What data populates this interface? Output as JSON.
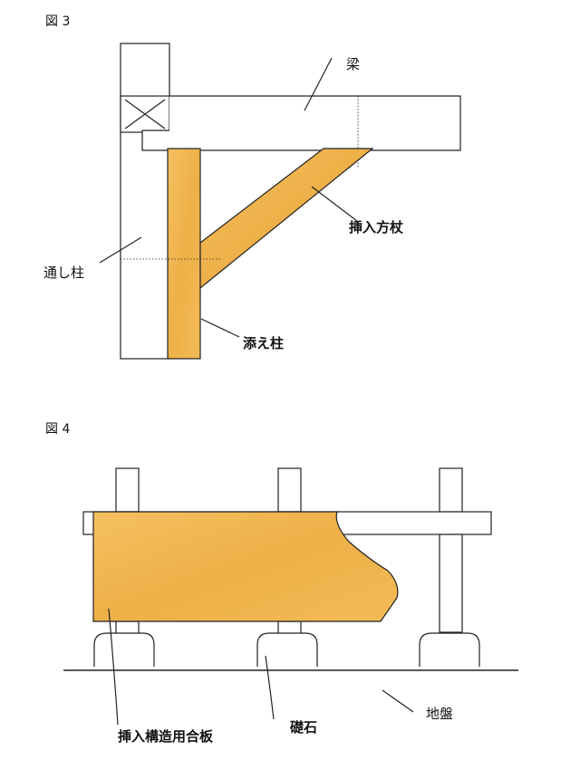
{
  "figure3": {
    "title": "図 3",
    "labels": {
      "beam": "梁",
      "inserted_brace": "挿入方杖",
      "through_column": "通し柱",
      "added_column": "添え柱"
    }
  },
  "figure4": {
    "title": "図 4",
    "labels": {
      "plywood": "挿入構造用合板",
      "foundation_stone": "礎石",
      "ground": "地盤"
    }
  },
  "colors": {
    "wood_fill": "#f2b54a",
    "line": "#222222",
    "background": "#ffffff"
  }
}
